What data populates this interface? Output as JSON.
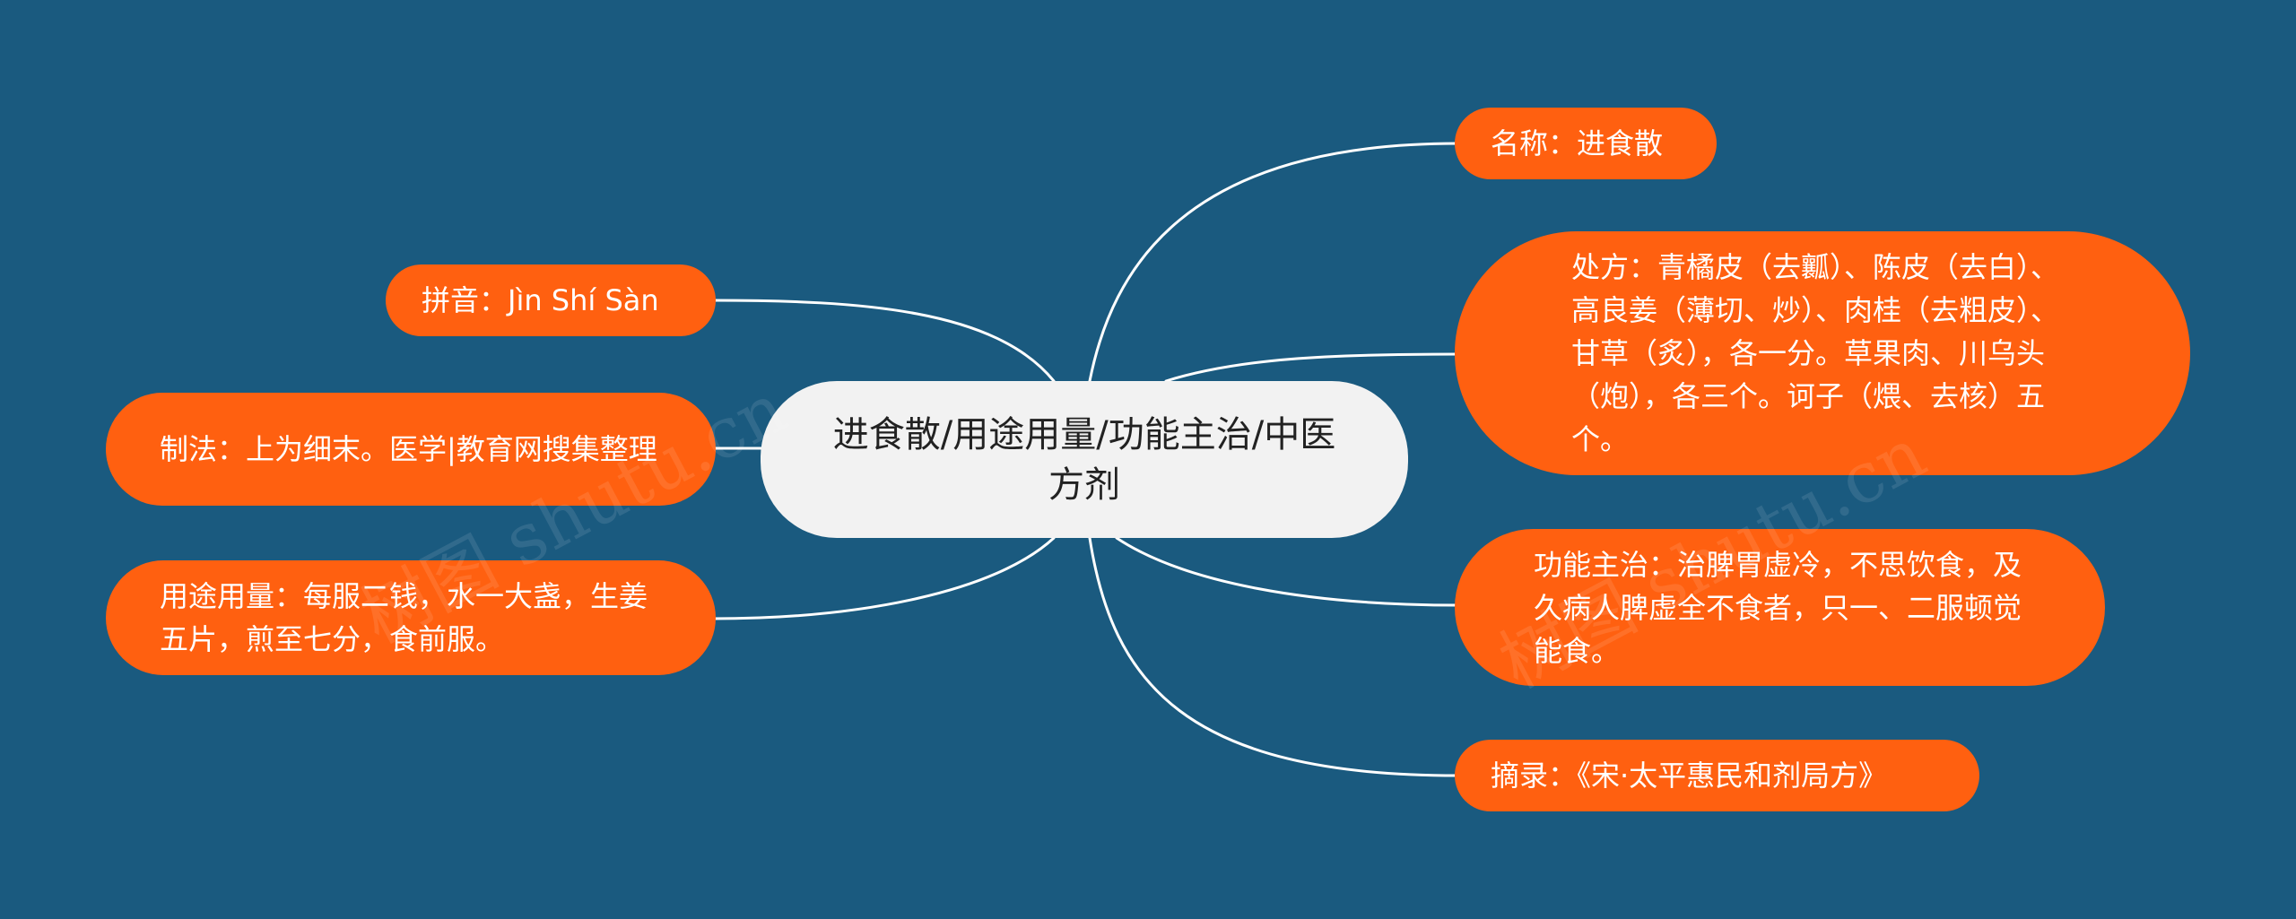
{
  "center": {
    "label": "进食散/用途用量/功能主治/中医方剂"
  },
  "branches": {
    "pinyin": "拼音：Jìn Shí Sàn",
    "method": "制法：上为细末。医学|教育网搜集整理",
    "usage": "用途用量：每服二钱，水一大盏，生姜五片，煎至七分，食前服。",
    "name": "名称：进食散",
    "prescription": "处方：青橘皮（去瓤）、陈皮（去白）、高良姜（薄切、炒）、肉桂（去粗皮）、甘草（炙），各一分。草果肉、川乌头（炮），各三个。诃子（煨、去核）五个。",
    "function": "功能主治：治脾胃虚冷，不思饮食，及久病人脾虚全不食者，只一、二服顿觉能食。",
    "source": "摘录：《宋·太平惠民和剂局方》"
  },
  "colors": {
    "background": "#1a5a7f",
    "branch_fill": "#ff6010",
    "center_fill": "#f2f2f2",
    "connector": "#ffffff"
  },
  "watermark": "树图 shutu.cn"
}
